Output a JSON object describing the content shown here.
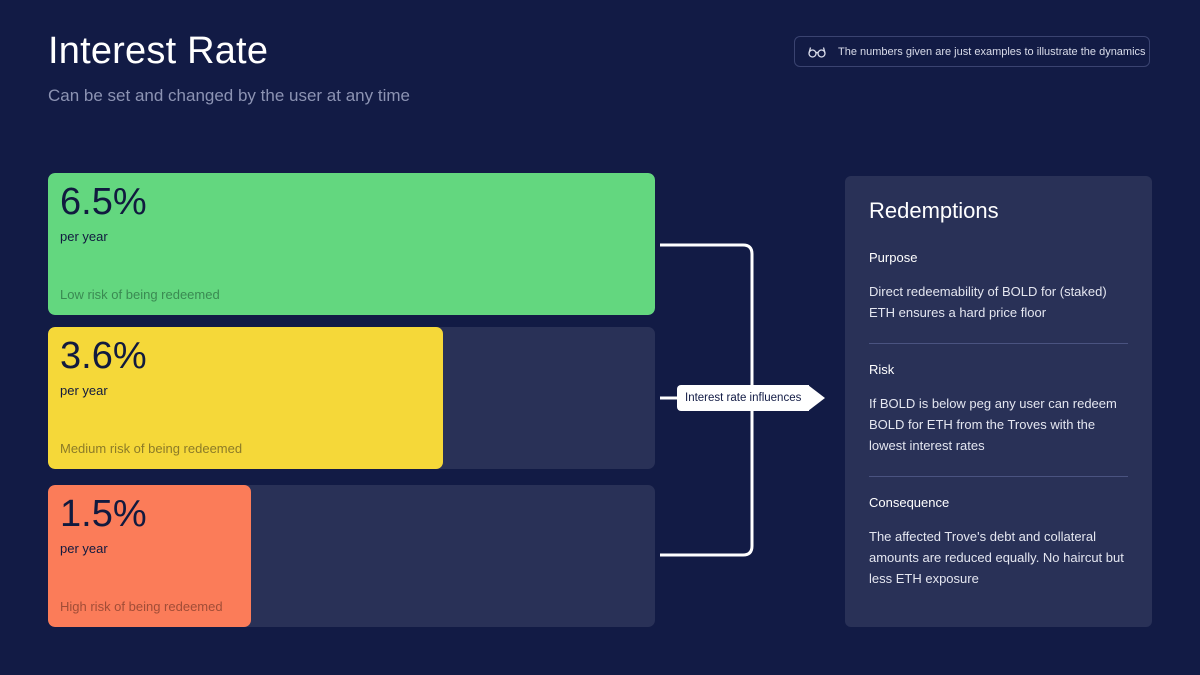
{
  "header": {
    "title": "Interest Rate",
    "subtitle": "Can be set and changed by the user at any time"
  },
  "note": {
    "icon": "glasses-icon",
    "text": "The numbers given are just examples to illustrate the dynamics"
  },
  "rates": [
    {
      "rate": "6.5%",
      "unit": "per year",
      "risk": "Low risk of being redeemed",
      "fill_fraction": 1.0,
      "color": "#63d77f",
      "risk_color": "#3a8a52"
    },
    {
      "rate": "3.6%",
      "unit": "per year",
      "risk": "Medium risk of being redeemed",
      "fill_fraction": 0.65,
      "color": "#f5d839",
      "risk_color": "#8c7b28"
    },
    {
      "rate": "1.5%",
      "unit": "per year",
      "risk": "High risk of being redeemed",
      "fill_fraction": 0.335,
      "color": "#fb7c59",
      "risk_color": "#a14d37"
    }
  ],
  "connector": {
    "label": "Interest rate influences"
  },
  "redemptions": {
    "title": "Redemptions",
    "sections": [
      {
        "label": "Purpose",
        "text": "Direct redeemability of BOLD for (staked) ETH ensures a hard price floor"
      },
      {
        "label": "Risk",
        "text": "If BOLD is below peg any user can redeem BOLD for ETH from the Troves with the lowest interest rates"
      },
      {
        "label": "Consequence",
        "text": "The affected Trove's debt and collateral amounts are reduced equally. No haircut but less ETH exposure"
      }
    ]
  },
  "colors": {
    "background": "#121b45",
    "panel": "#293157"
  }
}
